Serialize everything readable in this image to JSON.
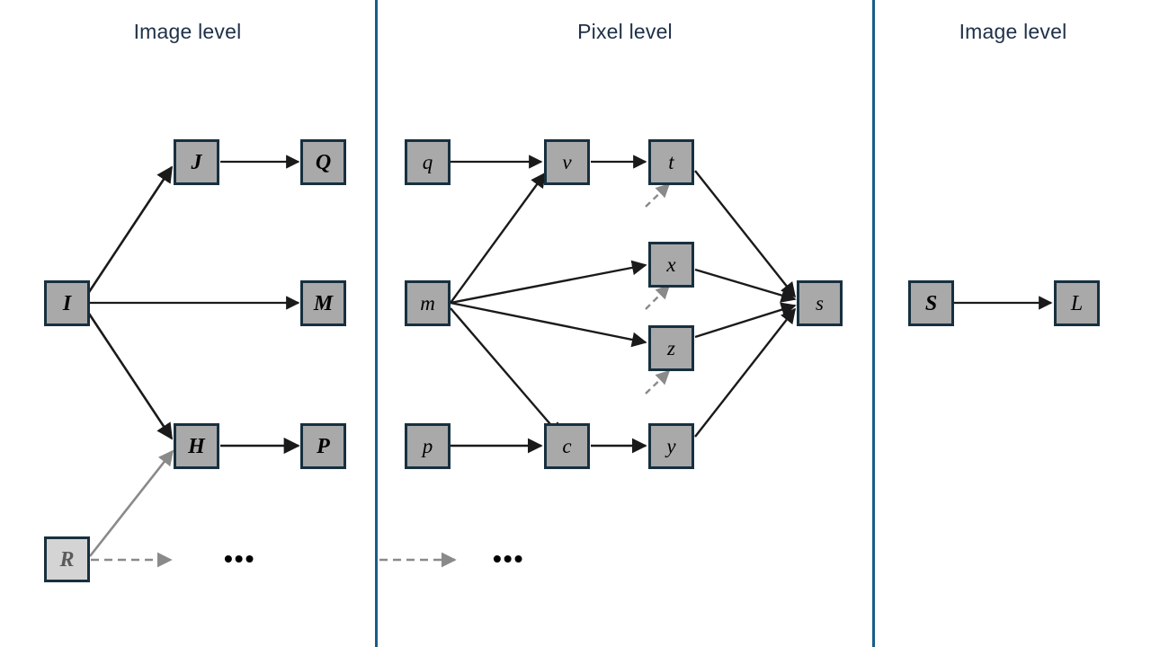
{
  "diagram": {
    "title_color": "#1e3048",
    "divider_color": "#185d87",
    "node_fill": "#a9a9a9",
    "node_fill_faded": "#d4d4d4",
    "node_border": "#17303f",
    "edge_color": "#1a1a1a",
    "edge_color_faded": "#8a8a8a",
    "ellipsis_text": "•••"
  },
  "panels": [
    {
      "id": "panel-left",
      "title": "Image level",
      "nodes": [
        {
          "label": "I",
          "name": "node-I"
        },
        {
          "label": "J",
          "name": "node-J"
        },
        {
          "label": "Q",
          "name": "node-Q"
        },
        {
          "label": "M",
          "name": "node-M"
        },
        {
          "label": "H",
          "name": "node-H"
        },
        {
          "label": "P",
          "name": "node-P"
        },
        {
          "label": "R",
          "name": "node-R"
        }
      ],
      "edges": [
        {
          "from": "I",
          "to": "J",
          "style": "solid"
        },
        {
          "from": "I",
          "to": "M",
          "style": "solid"
        },
        {
          "from": "I",
          "to": "H",
          "style": "solid"
        },
        {
          "from": "J",
          "to": "Q",
          "style": "solid"
        },
        {
          "from": "H",
          "to": "P",
          "style": "solid"
        },
        {
          "from": "R",
          "to": "H",
          "style": "solid-faded"
        },
        {
          "from": "R",
          "to": "continuation",
          "style": "dashed-faded"
        }
      ],
      "ellipsis": "•••"
    },
    {
      "id": "panel-middle",
      "title": "Pixel level",
      "nodes": [
        {
          "label": "q",
          "name": "node-q"
        },
        {
          "label": "v",
          "name": "node-v"
        },
        {
          "label": "t",
          "name": "node-t"
        },
        {
          "label": "m",
          "name": "node-m"
        },
        {
          "label": "x",
          "name": "node-x"
        },
        {
          "label": "z",
          "name": "node-z"
        },
        {
          "label": "s",
          "name": "node-s"
        },
        {
          "label": "p",
          "name": "node-p"
        },
        {
          "label": "c",
          "name": "node-c"
        },
        {
          "label": "y",
          "name": "node-y"
        }
      ],
      "edges": [
        {
          "from": "q",
          "to": "v",
          "style": "solid"
        },
        {
          "from": "v",
          "to": "t",
          "style": "solid"
        },
        {
          "from": "m",
          "to": "v",
          "style": "solid"
        },
        {
          "from": "m",
          "to": "x",
          "style": "solid"
        },
        {
          "from": "m",
          "to": "z",
          "style": "solid"
        },
        {
          "from": "m",
          "to": "c",
          "style": "solid"
        },
        {
          "from": "p",
          "to": "c",
          "style": "solid"
        },
        {
          "from": "c",
          "to": "y",
          "style": "solid"
        },
        {
          "from": "t",
          "to": "s",
          "style": "solid"
        },
        {
          "from": "x",
          "to": "s",
          "style": "solid"
        },
        {
          "from": "z",
          "to": "s",
          "style": "solid"
        },
        {
          "from": "y",
          "to": "s",
          "style": "solid"
        },
        {
          "from": "incoming",
          "to": "t",
          "style": "dashed-faded"
        },
        {
          "from": "incoming",
          "to": "x",
          "style": "dashed-faded"
        },
        {
          "from": "incoming",
          "to": "z",
          "style": "dashed-faded"
        },
        {
          "from": "continuation",
          "to": "panel",
          "style": "dashed-faded"
        }
      ],
      "ellipsis": "•••"
    },
    {
      "id": "panel-right",
      "title": "Image level",
      "nodes": [
        {
          "label": "S",
          "name": "node-S"
        },
        {
          "label": "L",
          "name": "node-L"
        }
      ],
      "edges": [
        {
          "from": "S",
          "to": "L",
          "style": "solid"
        }
      ],
      "ellipsis": ""
    }
  ]
}
